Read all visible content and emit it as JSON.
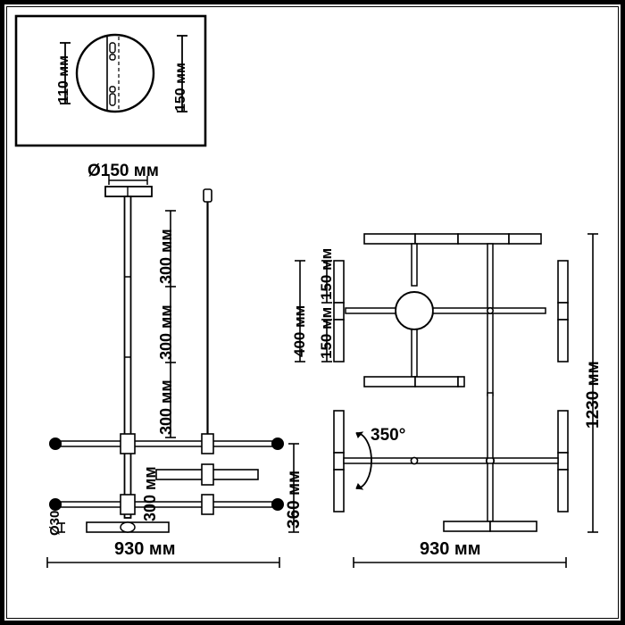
{
  "drawing": {
    "title": "Technical dimension drawing - ceiling lamp",
    "units": "мм",
    "stroke_color": "#000000",
    "background_color": "#ffffff"
  },
  "inset_detail": {
    "name": "mounting-plate-detail",
    "left_dimension": "110 мм",
    "right_dimension": "150 мм"
  },
  "front_view": {
    "name": "front-elevation-view",
    "canopy_diameter": "Ø150 мм",
    "rod_segments": [
      "300 мм",
      "300 мм",
      "300 мм",
      "300 мм"
    ],
    "rod_diameter": "Ø30",
    "height_dimension": "360 мм",
    "width_dimension": "930 мм"
  },
  "top_view": {
    "name": "top-plan-view",
    "overall_span": "400 мм",
    "segment_upper": "150 мм",
    "segment_lower": "150 мм"
  },
  "side_view": {
    "name": "side-plan-view",
    "rotation_angle": "350°",
    "width_dimension": "930 мм",
    "total_height_dimension": "1230 мм"
  }
}
